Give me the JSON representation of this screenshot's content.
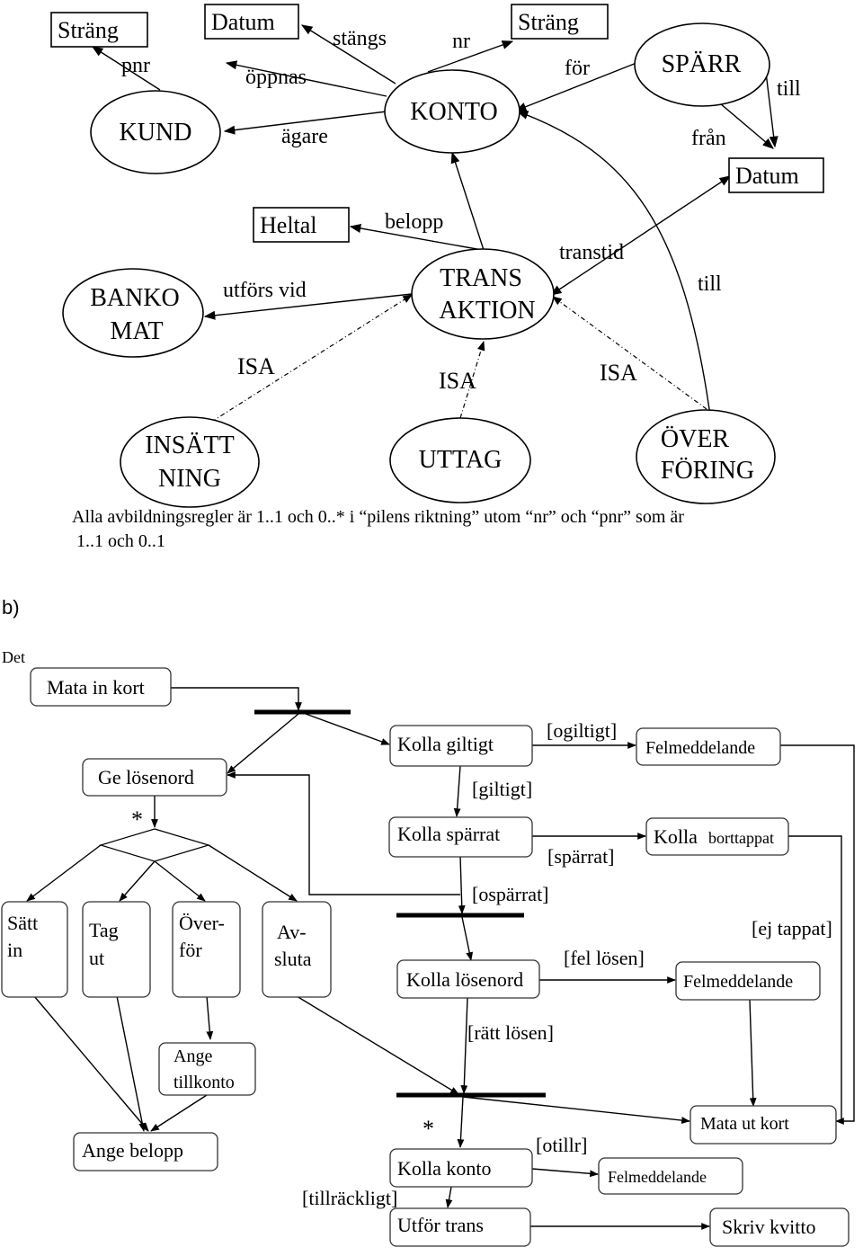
{
  "part_a": {
    "entities": {
      "konto": "KONTO",
      "kund": "KUND",
      "sparr": "SPÄRR",
      "transaktion_1": "TRANS",
      "transaktion_2": "AKTION",
      "bankomat_1": "BANKO",
      "bankomat_2": "MAT",
      "insattning_1": "INSÄTT",
      "insattning_2": "NING",
      "uttag": "UTTAG",
      "overforing_1": "ÖVER",
      "overforing_2": "FÖRING"
    },
    "value_types": {
      "strang_left": "Sträng",
      "datum_top": "Datum",
      "strang_right": "Sträng",
      "datum_right": "Datum",
      "heltal": "Heltal"
    },
    "relations": {
      "pnr": "pnr",
      "oppnas": "öppnas",
      "stangs": "stängs",
      "nr": "nr",
      "for": "för",
      "agare": "ägare",
      "till_sparr": "till",
      "fran": "från",
      "belopp": "belopp",
      "transtid": "transtid",
      "utfors_vid": "utförs vid",
      "till_overforing": "till",
      "isa_left": "ISA",
      "isa_mid": "ISA",
      "isa_right": "ISA"
    },
    "note_line1": "Alla avbildningsregler är 1..1 och 0..* i “pilens riktning” utom “nr”  och “pnr” som är",
    "note_line2": "1..1 och 0..1"
  },
  "part_b": {
    "label": "b)",
    "det": "Det",
    "nodes": {
      "mata_in_kort": "Mata in kort",
      "ge_losenord": "Ge lösenord",
      "kolla_giltigt": "Kolla giltigt",
      "felmeddelande_1": "Felmeddelande",
      "kolla_sparrat": "Kolla spärrat",
      "kolla_borttappat_1": "Kolla",
      "kolla_borttappat_2": "borttappat",
      "satt_in_1": "Sätt",
      "satt_in_2": "in",
      "tag_ut_1": "Tag",
      "tag_ut_2": "ut",
      "overfor_1": "Över-",
      "overfor_2": "för",
      "avsluta_1": "Av-",
      "avsluta_2": "sluta",
      "kolla_losenord": "Kolla lösenord",
      "felmeddelande_2": "Felmeddelande",
      "ange_tillkonto_1": "Ange",
      "ange_tillkonto_2": "tillkonto",
      "ange_belopp": "Ange belopp",
      "mata_ut_kort": "Mata ut kort",
      "kolla_konto": "Kolla konto",
      "felmeddelande_3": "Felmeddelande",
      "utfor_trans": "Utför trans",
      "skriv_kvitto": "Skriv kvitto"
    },
    "guards": {
      "ogiltigt": "[ogiltigt]",
      "giltigt": "[giltigt]",
      "sparrat": "[spärrat]",
      "ospärrat": "[ospärrat]",
      "ej_tappat": "[ej tappat]",
      "fel_losen": "[fel lösen]",
      "ratt_losen": "[rätt lösen]",
      "otillr": "[otillr]",
      "tillrackligt": "[tillräckligt]"
    },
    "iteration_marks": {
      "star_1": "*",
      "star_2": "*"
    }
  }
}
